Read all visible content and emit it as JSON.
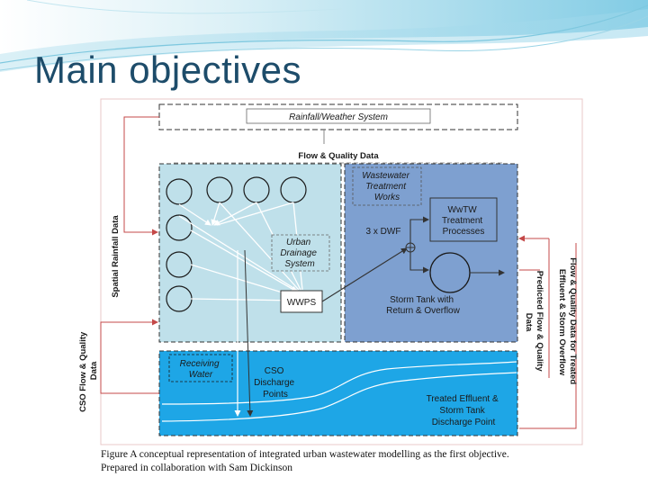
{
  "slide": {
    "title": "Main objectives"
  },
  "diagram": {
    "rainfall_system": "Rainfall/Weather System",
    "flow_quality_data": "Flow & Quality Data",
    "spatial_rainfall": "Spatial Rainfall Data",
    "cso_flow_quality": [
      "CSO Flow & Quality",
      "Data"
    ],
    "urban_drainage": [
      "Urban",
      "Drainage",
      "System"
    ],
    "wwps": "WWPS",
    "wwtw": [
      "Wastewater",
      "Treatment",
      "Works"
    ],
    "wwtw_processes": [
      "WwTW",
      "Treatment",
      "Processes"
    ],
    "dwf": "3 x DWF",
    "storm_tank": [
      "Storm Tank with",
      "Return & Overflow"
    ],
    "receiving_water": [
      "Receiving",
      "Water"
    ],
    "cso_discharge": [
      "CSO",
      "Discharge",
      "Points"
    ],
    "treated_effluent": [
      "Treated Effluent &",
      "Storm Tank",
      "Discharge Point"
    ],
    "predicted_flow": [
      "Predicted Flow & Quality",
      "Data"
    ],
    "flow_quality_treated": [
      "Flow & Quality Data for Treated",
      "Effluent & Storm Overflow"
    ]
  },
  "caption": {
    "line1": "Figure  A conceptual representation of integrated urban wastewater modelling as the first objective.",
    "line2": "Prepared in collaboration with Sam Dickinson"
  },
  "colors": {
    "title": "#1d4c6a",
    "urban_panel": "#bfe0ea",
    "treatment_panel": "#7ea0d0",
    "receiving_panel": "#1ea6e6",
    "banner": "#8fd0e6",
    "arrow_red": "#c44848"
  }
}
